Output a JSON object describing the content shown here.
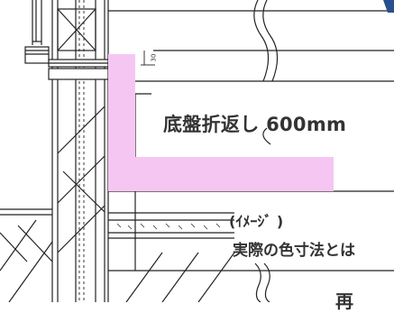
{
  "drawing": {
    "dimension_label": "30",
    "callout": "底盤折返し 600mm",
    "note_line1": "(ｲﾒｰｼﾞ )",
    "note_line2": "実際の色寸法とは",
    "bottom_fragment": "再"
  },
  "colors": {
    "highlight": "#f6c6f2",
    "line": "#222222",
    "accent": "#2a4f8f"
  }
}
